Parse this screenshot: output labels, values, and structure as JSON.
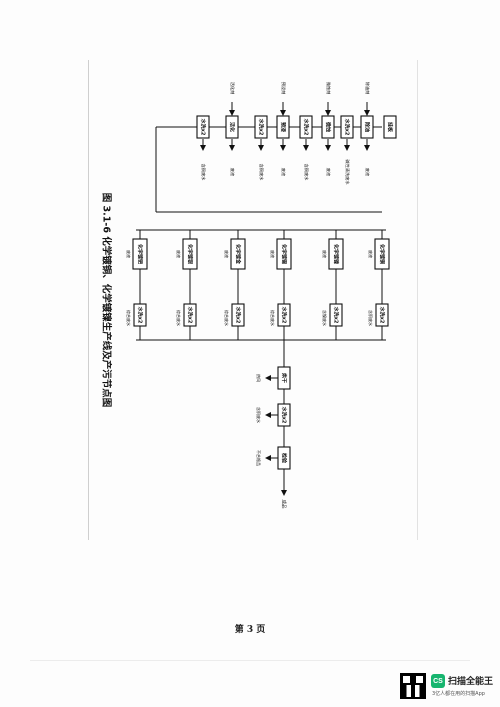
{
  "figure": {
    "title": "图 3.1-6 化学镀铜、化学镀镍生产线及产污节点图",
    "top_chain": [
      "挂板",
      "除油",
      "水洗x2",
      "微蚀",
      "水洗x2",
      "预浸",
      "水洗x2",
      "活化",
      "水洗x2"
    ],
    "top_inputs": [
      "除油剂",
      "微蚀剂",
      "预浸剂",
      "活化剂"
    ],
    "top_outputs": [
      "废液",
      "碱性清洗废水",
      "废液",
      "含铜废水",
      "废液",
      "含铜废水",
      "废液",
      "含铜废水"
    ],
    "branch_processes": [
      "化学镀铜",
      "化学镀镍",
      "化学镀锡",
      "化学镀金",
      "化学镀银",
      "化学镀钯"
    ],
    "branch_rinses": [
      "水洗x2",
      "水洗x2",
      "水洗x2",
      "水洗x2",
      "水洗x2",
      "水洗x2"
    ],
    "branch_rinse_outputs": [
      "含铜废水",
      "含镍废水",
      "综合废水",
      "综合废水",
      "综合废水",
      "综合废水"
    ],
    "branch_outputs": [
      "废液",
      "废液",
      "废液",
      "废液",
      "废液",
      "废液"
    ],
    "final_chain": [
      "烘干",
      "水洗x2",
      "检验"
    ],
    "final_outputs": [
      "热风",
      "含铜废水",
      "不合格品"
    ],
    "final_product": "成品"
  },
  "page": {
    "number": "第 3 页"
  },
  "watermark": {
    "badge": "CS",
    "app_name": "扫描全能王",
    "tagline": "3亿人都在用的扫描App"
  }
}
